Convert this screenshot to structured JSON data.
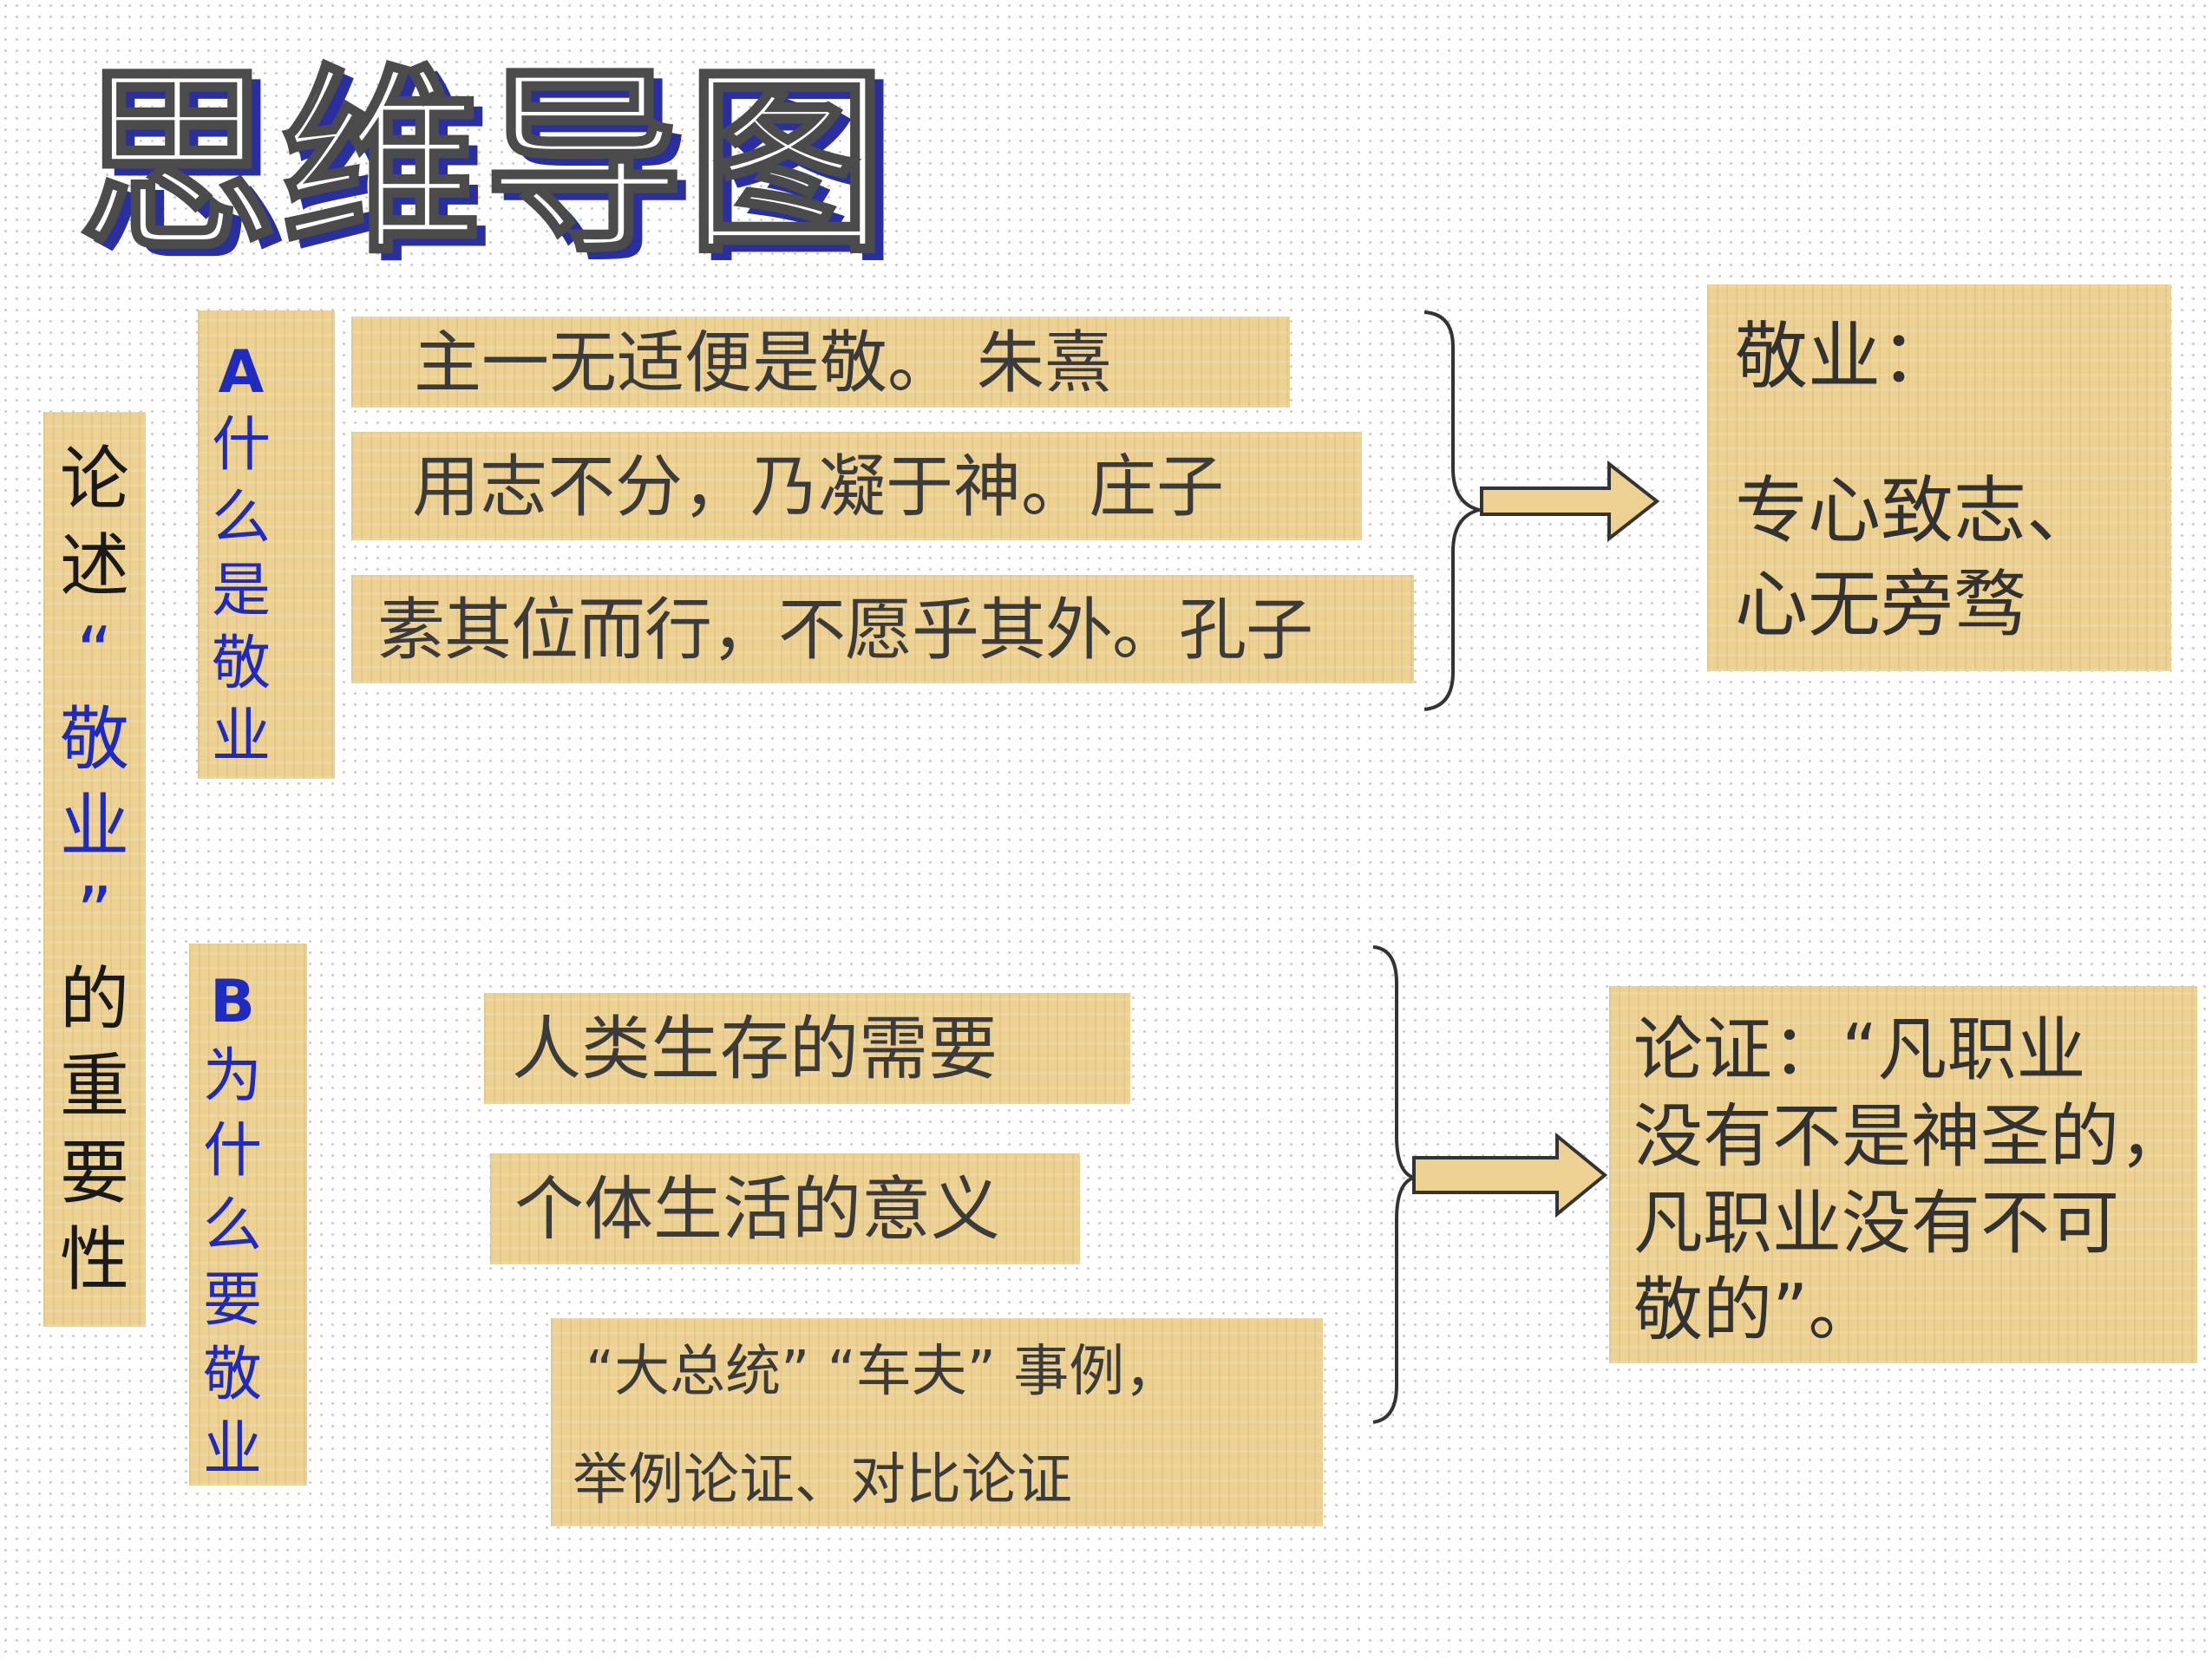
{
  "title": "思维导图",
  "main_topic": {
    "chars": [
      "论",
      "述",
      "“",
      "敬",
      "业",
      "”",
      "的",
      "重",
      "要",
      "性"
    ]
  },
  "section_a": {
    "letter": "A",
    "chars": [
      "什",
      "么",
      "是",
      "敬",
      "业"
    ],
    "quotes": [
      "主一无适便是敬。 朱熹",
      "用志不分，乃凝于神。庄子",
      "素其位而行，不愿乎其外。孔子"
    ],
    "conclusion": {
      "heading": "敬业：",
      "lines": [
        "专心致志、",
        "心无旁骛"
      ]
    }
  },
  "section_b": {
    "letter": "B",
    "chars": [
      "为",
      "什",
      "么",
      "要",
      "敬",
      "业"
    ],
    "reasons": [
      "人类生存的需要",
      "个体生活的意义"
    ],
    "example": {
      "line1": "“大总统” “车夫” 事例，",
      "line2": "举例论证、对比论证"
    },
    "conclusion": {
      "lines": [
        "论证：“凡职业",
        "没有不是神圣的，",
        "凡职业没有不可",
        "敬的”。"
      ]
    }
  },
  "colors": {
    "box_fill": "#ecd193",
    "text_blue": "#1f2bbf",
    "title_shadow": "#2a2fa0"
  }
}
